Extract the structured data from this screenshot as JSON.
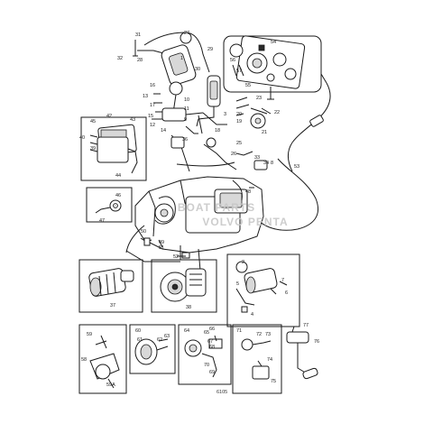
{
  "diagram": {
    "drawing_code": "6105",
    "watermark": "Boat Parts VOLVO PENTA",
    "labels": [
      "31",
      "27",
      "28",
      "29",
      "32",
      "1",
      "30",
      "16",
      "13",
      "17",
      "10",
      "11",
      "15",
      "9",
      "12",
      "14",
      "3",
      "18",
      "54",
      "56",
      "57",
      "55",
      "23",
      "22",
      "21",
      "20",
      "19",
      "43",
      "42",
      "45",
      "40",
      "39",
      "44",
      "25",
      "26",
      "8",
      "33",
      "34",
      "53",
      "36",
      "47",
      "46",
      "48",
      "50",
      "49",
      "51",
      "52",
      "37",
      "38",
      "2",
      "5",
      "7",
      "6",
      "4",
      "59",
      "58",
      "59A",
      "60",
      "61",
      "62",
      "63",
      "64",
      "65",
      "66",
      "67",
      "70",
      "68",
      "69",
      "71",
      "72",
      "73",
      "74",
      "75",
      "76",
      "77"
    ]
  }
}
